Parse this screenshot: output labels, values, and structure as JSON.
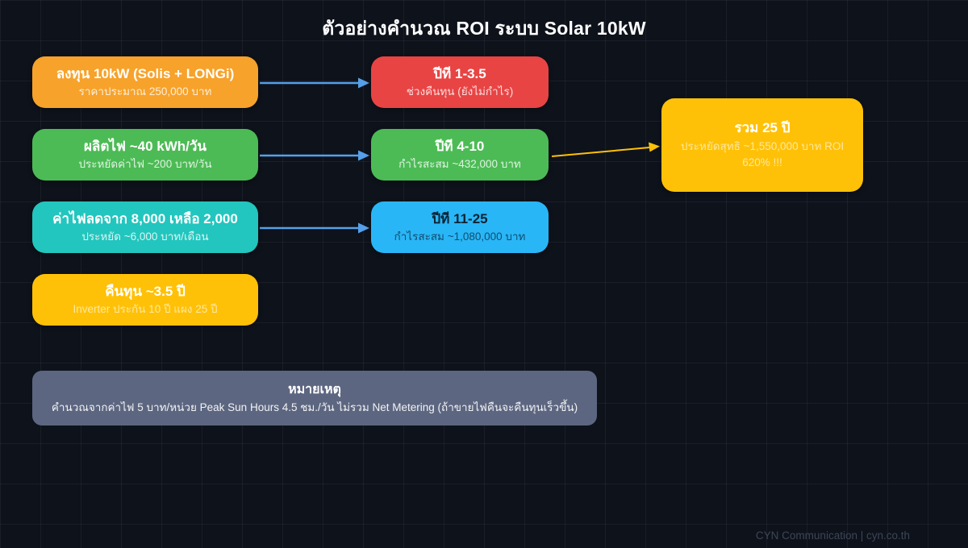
{
  "title": "ตัวอย่างคำนวณ ROI ระบบ Solar 10kW",
  "colors": {
    "background": "#0E121B",
    "orange": "#F7A22A",
    "green": "#4CBB55",
    "teal": "#22C6BE",
    "yellow": "#FFC107",
    "red": "#E84444",
    "blue": "#29B6F6",
    "slate": "#5C6680",
    "arrow_blue": "#55A0E8",
    "arrow_yellow": "#FFC107"
  },
  "nodes": {
    "left": [
      {
        "title": "ลงทุน 10kW (Solis + LONGi)",
        "subtitle": "ราคาประมาณ 250,000 บาท"
      },
      {
        "title": "ผลิตไฟ ~40 kWh/วัน",
        "subtitle": "ประหยัดค่าไฟ ~200 บาท/วัน"
      },
      {
        "title": "ค่าไฟลดจาก 8,000 เหลือ 2,000",
        "subtitle": "ประหยัด ~6,000 บาท/เดือน"
      },
      {
        "title": "คืนทุน ~3.5 ปี",
        "subtitle": "Inverter ประกัน 10 ปี แผง 25 ปี"
      }
    ],
    "middle": [
      {
        "title": "ปีที 1-3.5",
        "subtitle": "ช่วงคืนทุน (ยังไม่กำไร)"
      },
      {
        "title": "ปีที 4-10",
        "subtitle": "กำไรสะสม ~432,000 บาท"
      },
      {
        "title": "ปีที 11-25",
        "subtitle": "กำไรสะสม ~1,080,000 บาท"
      }
    ],
    "summary": {
      "title": "รวม 25 ปี",
      "subtitle": "ประหยัดสุทธิ ~1,550,000 บาท ROI 620% !!!"
    }
  },
  "note": {
    "title": "หมายเหตุ",
    "body": "คำนวณจากค่าไฟ 5 บาท/หน่วย Peak Sun Hours 4.5 ชม./วัน ไม่รวม Net Metering (ถ้าขายไฟคืนจะคืนทุนเร็วขึ้น)"
  },
  "footer": "CYN Communication | cyn.co.th"
}
